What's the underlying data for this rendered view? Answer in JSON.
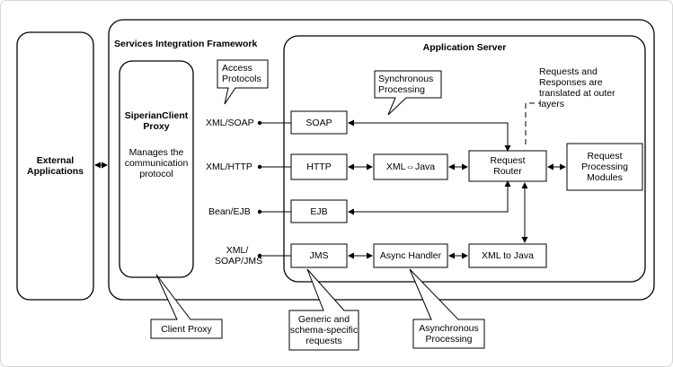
{
  "diagram": {
    "external": "External Applications",
    "sif_title": "Services Integration Framework",
    "app_server_title": "Application Server",
    "proxy_title": "SiperianClient Proxy",
    "proxy_desc": "Manages the communication protocol",
    "protocols": {
      "soap": "XML/SOAP",
      "http": "XML/HTTP",
      "ejb": "Bean/EJB",
      "jms": "XML/ SOAP/JMS"
    },
    "boxes": {
      "soap": "SOAP",
      "http": "HTTP",
      "ejb": "EJB",
      "jms": "JMS",
      "xml_java": "XML⇔Java",
      "request_router": "Request Router",
      "async_handler": "Async Handler",
      "xml_to_java": "XML to Java",
      "modules": "Request Processing Modules"
    },
    "callouts": {
      "access_protocols": "Access Protocols",
      "synchronous": "Synchronous Processing",
      "translation_note": "Requests and Responses are translated at outer layers",
      "client_proxy": "Client Proxy",
      "generic_requests": "Generic and schema-specific requests",
      "asynchronous": "Asynchronous Processing"
    }
  }
}
